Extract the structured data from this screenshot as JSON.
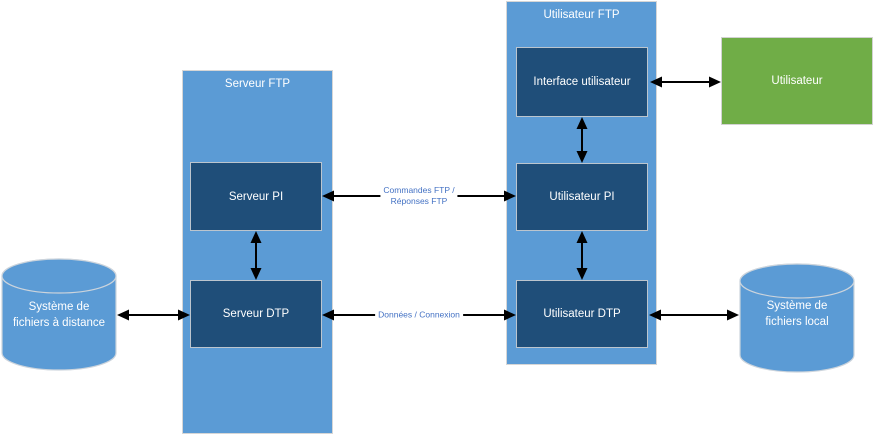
{
  "server_group": {
    "title": "Serveur FTP",
    "pi_label": "Serveur PI",
    "dtp_label": "Serveur DTP"
  },
  "user_group": {
    "title": "Utilisateur FTP",
    "interface_label": "Interface utilisateur",
    "pi_label": "Utilisateur PI",
    "dtp_label": "Utilisateur DTP"
  },
  "actor": {
    "label": "Utilisateur"
  },
  "remote_fs": {
    "line1": "Système de",
    "line2": "fichiers à distance"
  },
  "local_fs": {
    "line1": "Système de",
    "line2": "fichiers local"
  },
  "links": {
    "commands_line1": "Commandes FTP /",
    "commands_line2": "Réponses FTP",
    "data_label": "Données / Connexion"
  },
  "colors": {
    "container_blue": "#5B9BD5",
    "box_dark_blue": "#1F4E79",
    "actor_green": "#70AD47",
    "label_text_blue": "#4472C4",
    "arrow_black": "#000000"
  }
}
